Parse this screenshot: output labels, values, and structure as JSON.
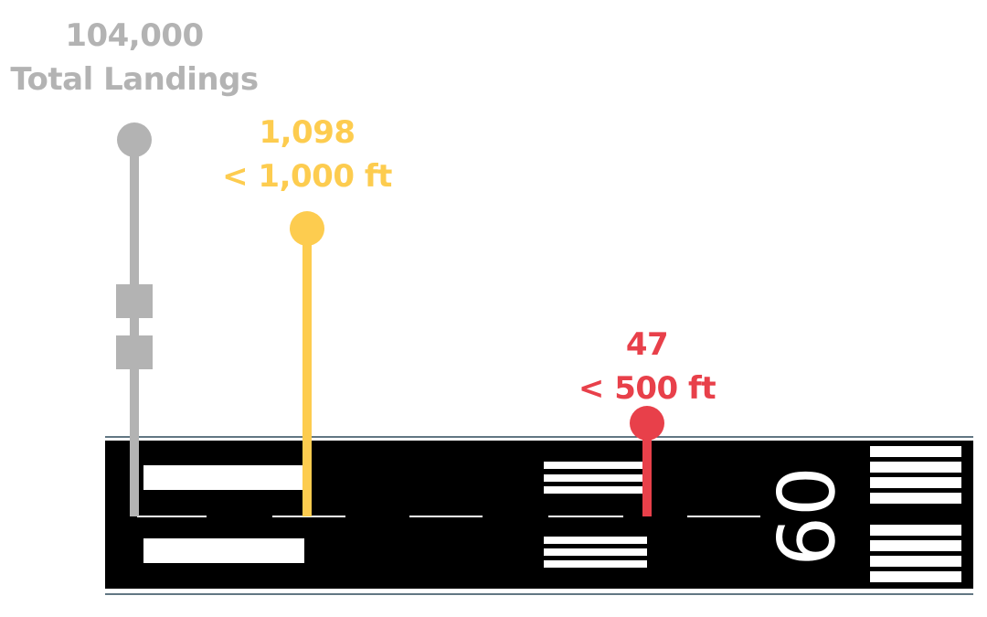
{
  "colors": {
    "total": "#b3b3b3",
    "below_1000": "#fdcc4f",
    "below_500": "#e8404a",
    "runway": "#000000",
    "markings": "#ffffff"
  },
  "runway": {
    "designator": "09"
  },
  "chart_data": {
    "type": "bar",
    "categories": [
      "Total Landings",
      "< 1,000 ft",
      "< 500 ft"
    ],
    "values": [
      104000,
      1098,
      47
    ],
    "value_labels": [
      "104,000",
      "1,098",
      "47"
    ],
    "bars": [
      {
        "value_label": "104,000",
        "category_label": "Total Landings",
        "value": 104000
      },
      {
        "value_label": "1,098",
        "category_label": "< 1,000 ft",
        "value": 1098
      },
      {
        "value_label": "47",
        "category_label": "< 500 ft",
        "value": 47
      }
    ]
  }
}
